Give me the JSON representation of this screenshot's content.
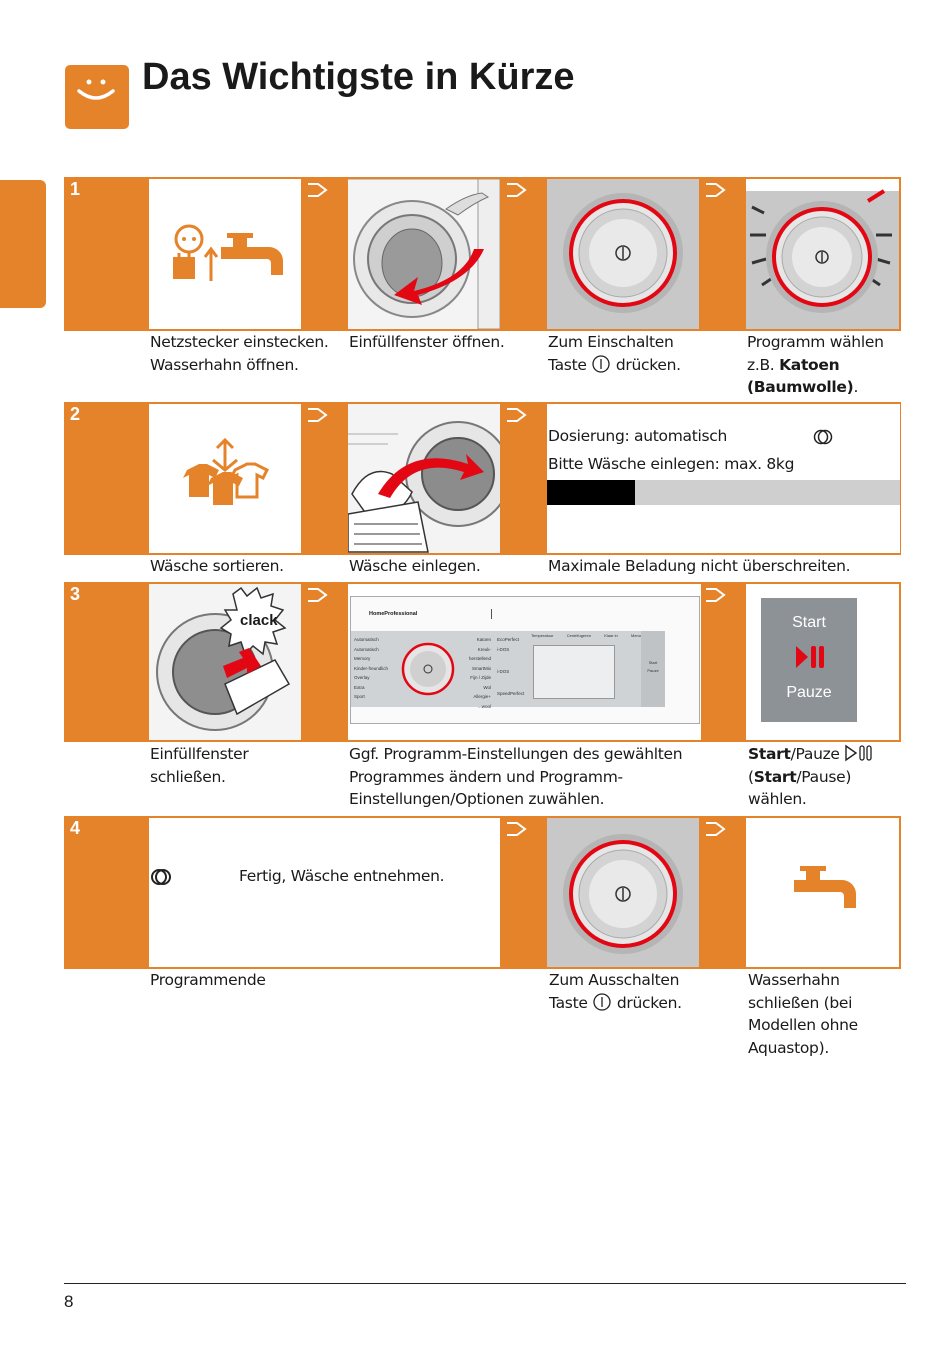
{
  "header": {
    "title": "Das Wichtigste in Kürze",
    "logo_icon": "smiley-icon"
  },
  "steps": [
    {
      "number": "1",
      "captions": [
        [
          "Netzstecker einstecken.",
          "Wasserhahn öffnen."
        ],
        [
          "Einfüllfenster öffnen."
        ],
        [
          "Zum Einschalten",
          "Taste",
          "drücken."
        ],
        [
          "Programm wählen",
          "z.B.",
          "Katoen",
          "(Baumwolle)",
          "."
        ]
      ]
    },
    {
      "number": "2",
      "display": {
        "line1": "Dosierung: automatisch",
        "line2": "Bitte Wäsche einlegen: max. 8kg",
        "load_fraction": 0.25
      },
      "captions": [
        [
          "Wäsche sortieren."
        ],
        [
          "Wäsche einlegen."
        ],
        [
          "Maximale Beladung nicht überschreiten."
        ]
      ]
    },
    {
      "number": "3",
      "clack": "clack",
      "panel": {
        "brand": "HomeProfessional",
        "programs_left": [
          "Automatisch",
          "Automatisch",
          "Memory",
          "Kinder-freundlich",
          "Overlay",
          "Extra ",
          "Sport"
        ],
        "programs_right": [
          "Katoen",
          "Kreuk-herstellend",
          "SmartMix",
          "Fijn / Zijde",
          "Wol",
          "Allergie+",
          "...wool"
        ],
        "tags": [
          "EcoPerfect",
          "Temperatuur",
          "Centrifugeren",
          "Klaar in",
          "Menu"
        ],
        "idos1": "i-DOS",
        "idos2": "i-DOS",
        "speed": "SpeedPerfect",
        "start": "Start",
        "pause": "Pauze"
      },
      "start_button": {
        "start": "Start",
        "pause": "Pauze"
      },
      "captions": [
        [
          "Einfüllfenster",
          "schließen."
        ],
        [
          "Ggf. Programm-Einstellungen des gewählten",
          "Programmes ändern und Programm-",
          "Einstellungen/Optionen zuwählen."
        ],
        [
          "Start",
          "/Pauze",
          "(",
          "Start",
          "/Pause)",
          "wählen."
        ]
      ]
    },
    {
      "number": "4",
      "display": {
        "text": "Fertig, Wäsche entnehmen."
      },
      "captions": [
        [
          "Programmende"
        ],
        [
          "Zum Ausschalten",
          "Taste",
          "drücken."
        ],
        [
          "Wasserhahn",
          "schließen (bei",
          "Modellen ohne",
          "Aquastop)."
        ]
      ]
    }
  ],
  "footer": {
    "page": "8"
  },
  "colors": {
    "accent": "#e5832b",
    "red": "#e30613"
  }
}
